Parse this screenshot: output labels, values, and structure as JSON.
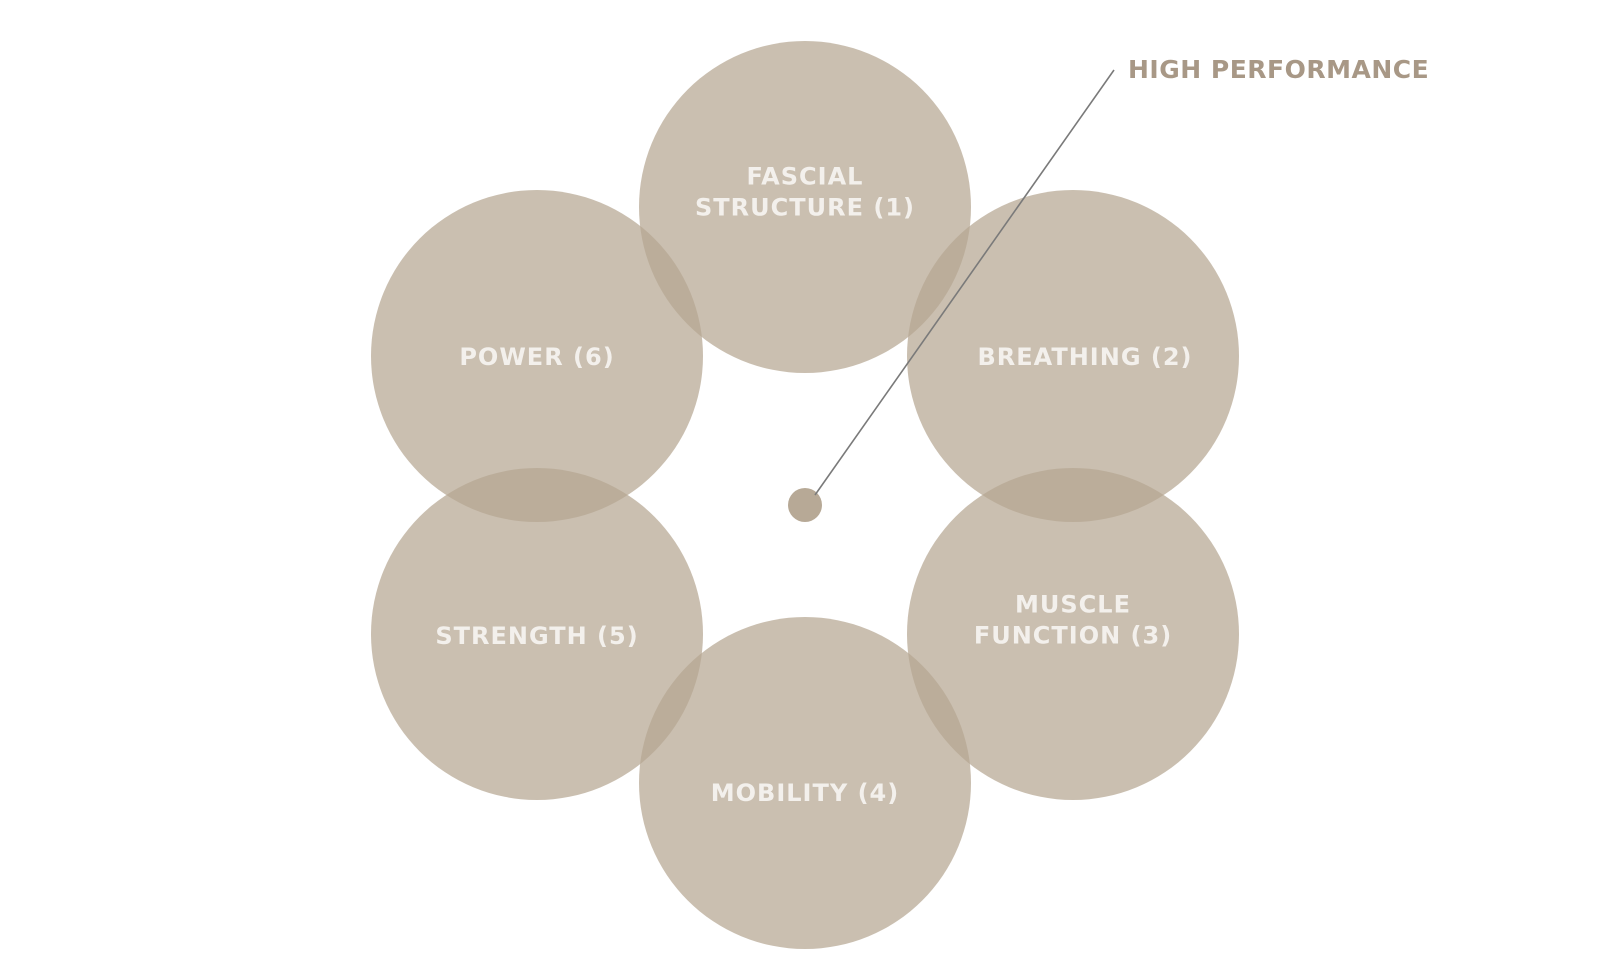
{
  "colors": {
    "circle_fill": "#b5a692",
    "label_text": "#f3f0ec",
    "callout_text": "#a89886",
    "callout_line": "#7a7a7a",
    "center_dot": "#b7a996"
  },
  "callout": {
    "label": "HIGH PERFORMANCE"
  },
  "circles": [
    {
      "label_lines": [
        "FASCIAL",
        "STRUCTURE (1)"
      ]
    },
    {
      "label_lines": [
        "BREATHING (2)"
      ]
    },
    {
      "label_lines": [
        "MUSCLE",
        "FUNCTION (3)"
      ]
    },
    {
      "label_lines": [
        "MOBILITY (4)"
      ]
    },
    {
      "label_lines": [
        "STRENGTH (5)"
      ]
    },
    {
      "label_lines": [
        "POWER (6)"
      ]
    }
  ]
}
